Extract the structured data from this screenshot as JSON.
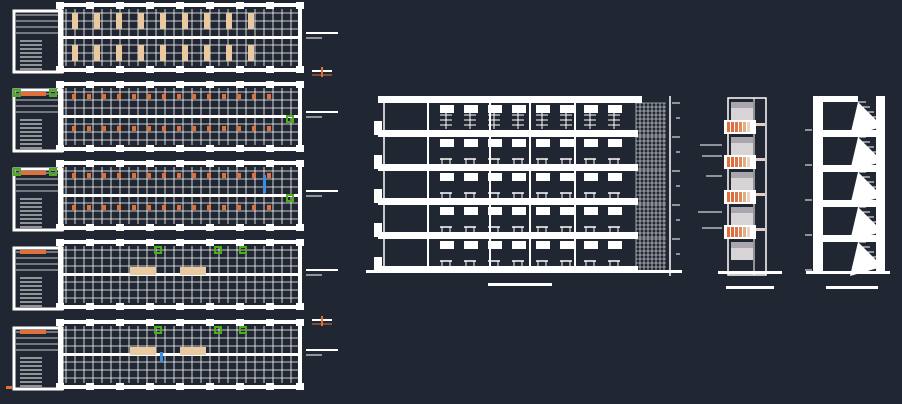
{
  "drawing": {
    "background": "#212732",
    "line_color": "#ffffff",
    "accent_orange": "#e0703a",
    "accent_tan": "#e8c9a0",
    "accent_green": "#4caf1a",
    "accent_blue": "#3a8fe0",
    "floor_plans": 5,
    "section_floors": 5,
    "elevation_floors": 5,
    "stair_section_floors": 5
  }
}
